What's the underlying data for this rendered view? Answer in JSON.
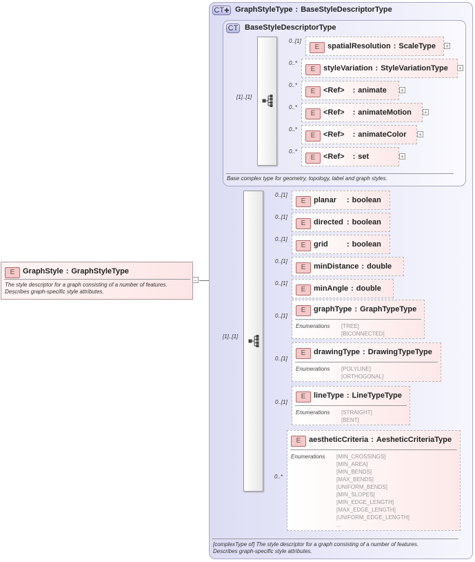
{
  "root": {
    "badge": "E",
    "name": "GraphStyle",
    "separator": ":",
    "type": "GraphStyleType",
    "doc": [
      "The style descriptor for a graph consisting of a number of features.",
      "Describes graph-specific style attributes."
    ],
    "collapse": "−"
  },
  "outer_type": {
    "badge": "CT",
    "name": "GraphStyleType",
    "separator": ":",
    "base": "BaseStyleDescriptorType",
    "doc": [
      "[complexType of] The style descriptor for a graph consisting of a number of features.",
      "Describes graph-specific style attributes."
    ]
  },
  "base_type": {
    "badge": "CT",
    "name": "BaseStyleDescriptorType",
    "doc": "Base complex type for geometry, topology, label and graph styles.",
    "sequence_cardinality": "[1]..[1]",
    "elements": [
      {
        "card": "0..[1]",
        "name": "spatialResolution",
        "sep": ":",
        "type": "ScaleType",
        "expand": "+"
      },
      {
        "card": "0..*",
        "name": "styleVariation",
        "sep": ":",
        "type": "StyleVariationType",
        "expand": "+"
      },
      {
        "card": "0..*",
        "name": "<Ref>",
        "sep": ":",
        "type": "animate",
        "expand": "+"
      },
      {
        "card": "0..*",
        "name": "<Ref>",
        "sep": ":",
        "type": "animateMotion",
        "expand": "+"
      },
      {
        "card": "0..*",
        "name": "<Ref>",
        "sep": ":",
        "type": "animateColor",
        "expand": "+"
      },
      {
        "card": "0..*",
        "name": "<Ref>",
        "sep": ":",
        "type": "set",
        "expand": "+"
      }
    ]
  },
  "graph_sequence": {
    "cardinality": "[1]..[1]",
    "elements": [
      {
        "card": "0..[1]",
        "name": "planar",
        "sep": ":",
        "type": "boolean"
      },
      {
        "card": "0..[1]",
        "name": "directed",
        "sep": ":",
        "type": "boolean"
      },
      {
        "card": "0..[1]",
        "name": "grid",
        "sep": ":",
        "type": "boolean"
      },
      {
        "card": "0..[1]",
        "name": "minDistance",
        "sep": ":",
        "type": "double"
      },
      {
        "card": "0..[1]",
        "name": "minAngle",
        "sep": ":",
        "type": "double"
      },
      {
        "card": "0..[1]",
        "name": "graphType",
        "sep": ":",
        "type": "GraphTypeType",
        "enum_label": "Enumerations",
        "enums": [
          "[TREE]",
          "[BICONNECTED]"
        ]
      },
      {
        "card": "0..[1]",
        "name": "drawingType",
        "sep": ":",
        "type": "DrawingTypeType",
        "enum_label": "Enumerations",
        "enums": [
          "[POLYLINE]",
          "[ORTHOGONAL]"
        ]
      },
      {
        "card": "0..[1]",
        "name": "lineType",
        "sep": ":",
        "type": "LineTypeType",
        "enum_label": "Enumerations",
        "enums": [
          "[STRAIGHT]",
          "[BENT]"
        ]
      },
      {
        "card": "0..*",
        "name": "aestheticCriteria",
        "sep": ":",
        "type": "AesheticCriteriaType",
        "enum_label": "Enumerations",
        "enums": [
          "[MIN_CROSSINGS]",
          "[MIN_AREA]",
          "[MIN_BENDS]",
          "[MAX_BENDS]",
          "[UNIFORM_BENDS]",
          "[MIN_SLOPES]",
          "[MIN_EDGE_LENGTH]",
          "[MAX_EDGE_LENGTH]",
          "[UNIFORM_EDGE_LENGTH]",
          "..."
        ]
      }
    ]
  }
}
